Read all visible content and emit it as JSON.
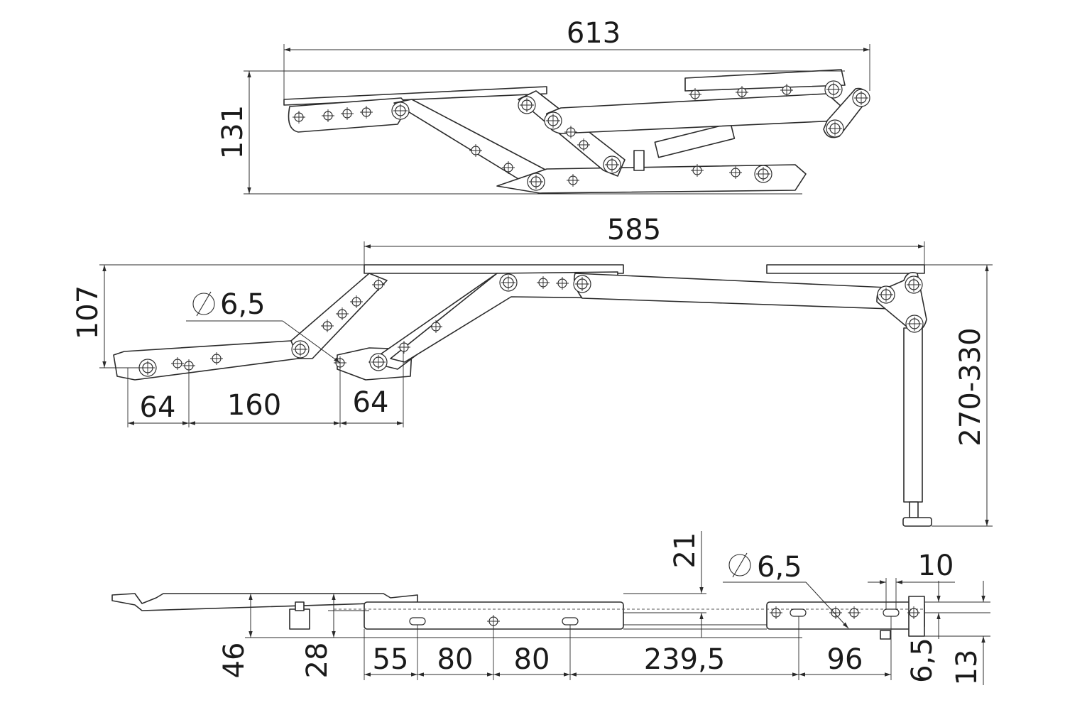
{
  "colors": {
    "line": "#2b2b2b",
    "background": "#ffffff"
  },
  "top_view": {
    "dims": {
      "width": "613",
      "height": "131"
    }
  },
  "side_view": {
    "dims": {
      "width": "585",
      "height": "107",
      "hole": "6,5",
      "pitch_a": "64",
      "pitch_b": "160",
      "pitch_c": "64",
      "leg_range": "270-330"
    }
  },
  "bottom_view": {
    "dims": {
      "offset_21": "21",
      "hole": "6,5",
      "d10": "10",
      "h46": "46",
      "h28": "28",
      "p55": "55",
      "p80a": "80",
      "p80b": "80",
      "p239": "239,5",
      "p96": "96",
      "h6_5": "6,5",
      "h13": "13"
    }
  },
  "symbols": {
    "diameter": "diameter-symbol"
  }
}
